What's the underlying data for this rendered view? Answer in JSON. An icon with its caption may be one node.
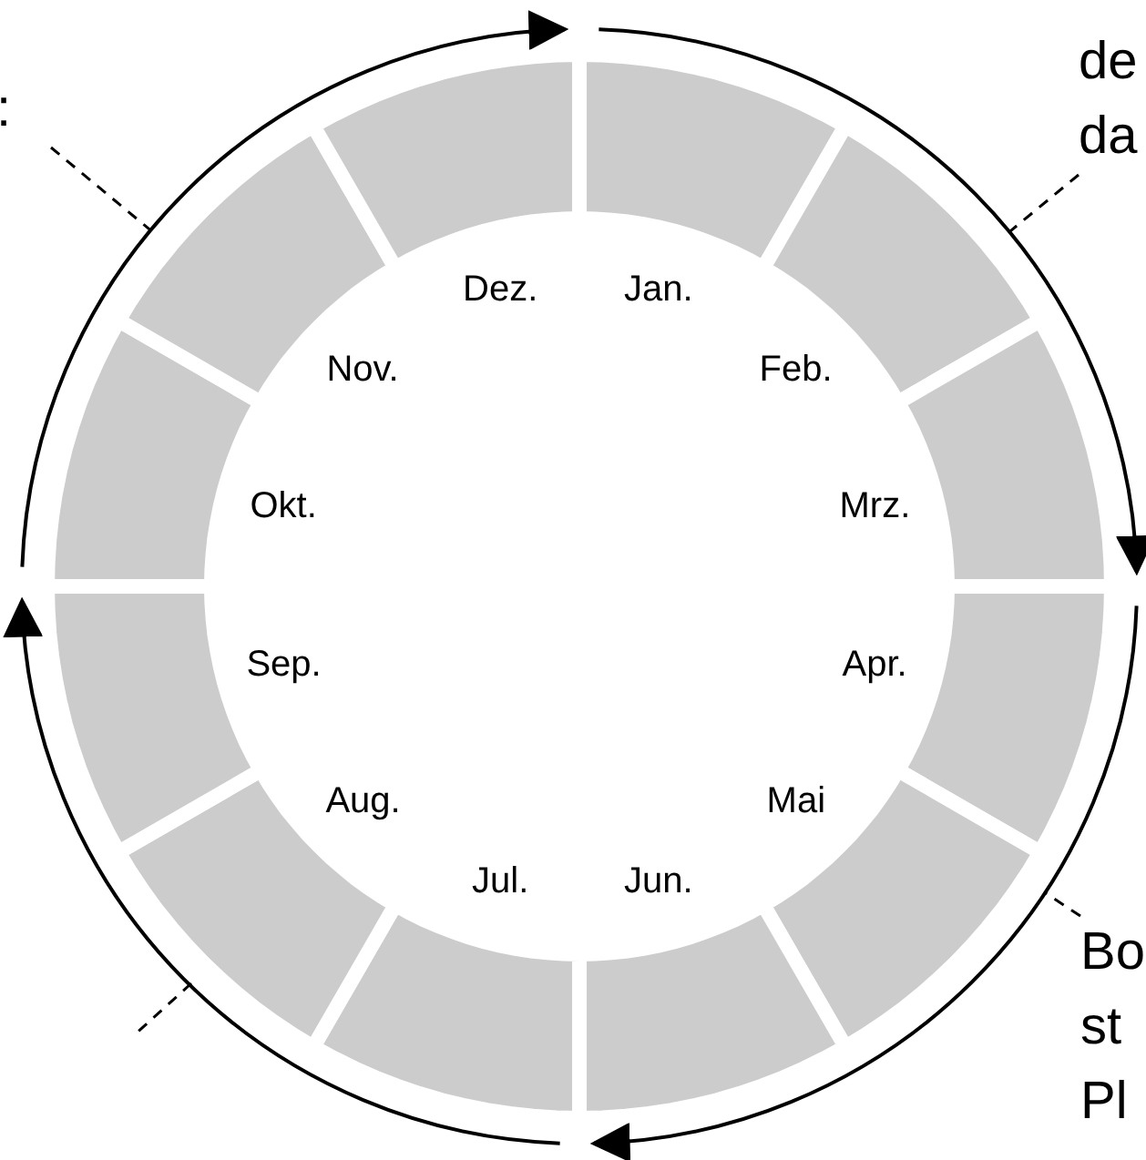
{
  "diagram": {
    "nodes": [
      {
        "text": [
          "Jan."
        ]
      },
      {
        "text": [
          "Feb."
        ]
      },
      {
        "text": [
          "Mrz."
        ]
      },
      {
        "text": [
          "Apr."
        ]
      },
      {
        "text": [
          "Mai"
        ]
      },
      {
        "text": [
          "Jun."
        ]
      },
      {
        "text": [
          "Jul."
        ]
      },
      {
        "text": [
          "Aug."
        ]
      },
      {
        "text": [
          "Sep."
        ]
      },
      {
        "text": [
          "Okt."
        ]
      },
      {
        "text": [
          "Nov."
        ]
      },
      {
        "text": [
          "Dez."
        ]
      },
      {
        "text": [
          ":"
        ]
      },
      {
        "text": [
          "de da"
        ]
      },
      {
        "text": [
          "Bo st Pl"
        ]
      }
    ],
    "edges": [
      {
        "from": 12,
        "to": 10,
        "arrow": "none",
        "style": "dashed"
      },
      {
        "from": 13,
        "to": 1,
        "arrow": "none",
        "style": "dashed"
      },
      {
        "from": 14,
        "to": 4,
        "arrow": "none",
        "style": "dashed"
      }
    ]
  }
}
